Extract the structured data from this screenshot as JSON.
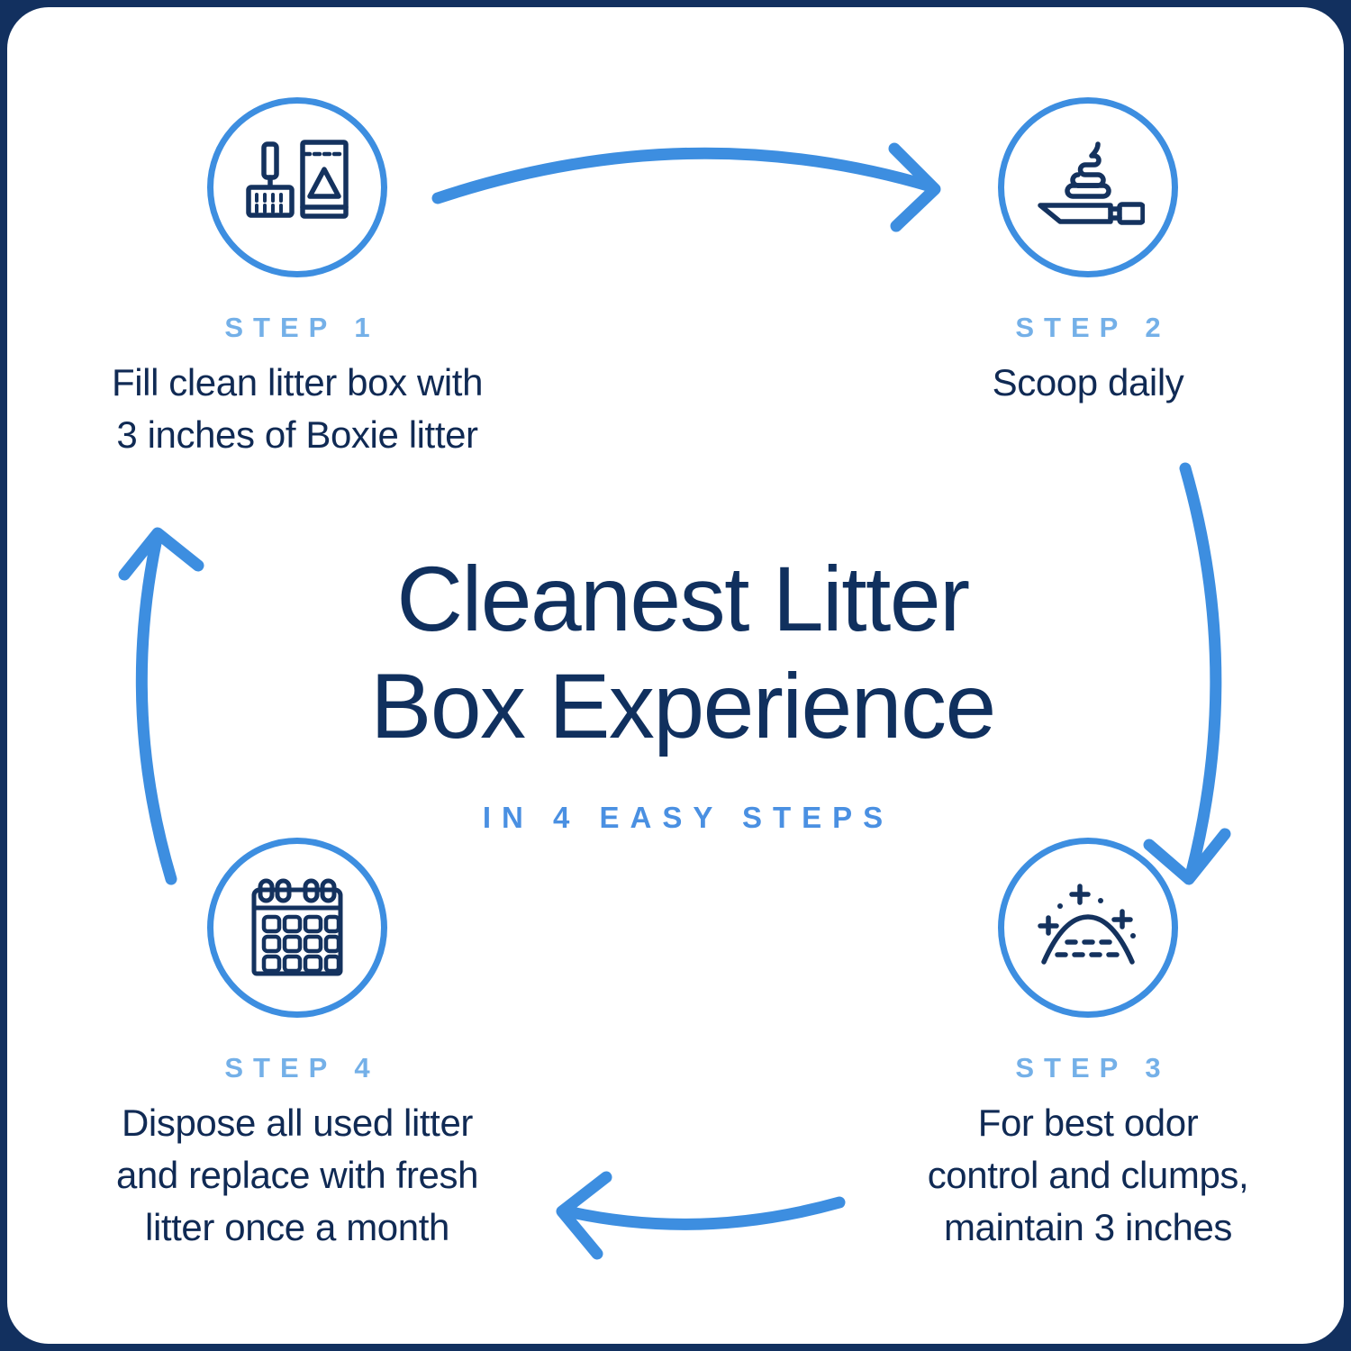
{
  "meta": {
    "background_color": "#12305f",
    "card_color": "#ffffff",
    "accent_blue": "#3d8ee0",
    "light_blue": "#74b0e8",
    "navy_text": "#102a54"
  },
  "center": {
    "title_line1": "Cleanest Litter",
    "title_line2": "Box Experience",
    "subtitle": "IN 4 EASY STEPS"
  },
  "steps": [
    {
      "id": "step-1",
      "label": "STEP 1",
      "icon": "scoop-and-litter-bag-icon",
      "desc_line1": "Fill clean litter box with",
      "desc_line2": "3 inches of Boxie litter",
      "desc_line3": ""
    },
    {
      "id": "step-2",
      "label": "STEP 2",
      "icon": "scooper-with-waste-icon",
      "desc_line1": "Scoop daily",
      "desc_line2": "",
      "desc_line3": ""
    },
    {
      "id": "step-3",
      "label": "STEP 3",
      "icon": "litter-mound-sparkle-icon",
      "desc_line1": "For best odor",
      "desc_line2": "control and clumps,",
      "desc_line3": "maintain 3 inches"
    },
    {
      "id": "step-4",
      "label": "STEP 4",
      "icon": "calendar-icon",
      "desc_line1": "Dispose all used litter",
      "desc_line2": "and replace with fresh",
      "desc_line3": "litter once a month"
    }
  ],
  "arrows": [
    {
      "id": "arrow-step1-to-step2",
      "direction": "right",
      "color": "#3d8ee0"
    },
    {
      "id": "arrow-step2-to-step3",
      "direction": "down",
      "color": "#3d8ee0"
    },
    {
      "id": "arrow-step3-to-step4",
      "direction": "left",
      "color": "#3d8ee0"
    },
    {
      "id": "arrow-step4-to-step1",
      "direction": "up",
      "color": "#3d8ee0"
    }
  ]
}
